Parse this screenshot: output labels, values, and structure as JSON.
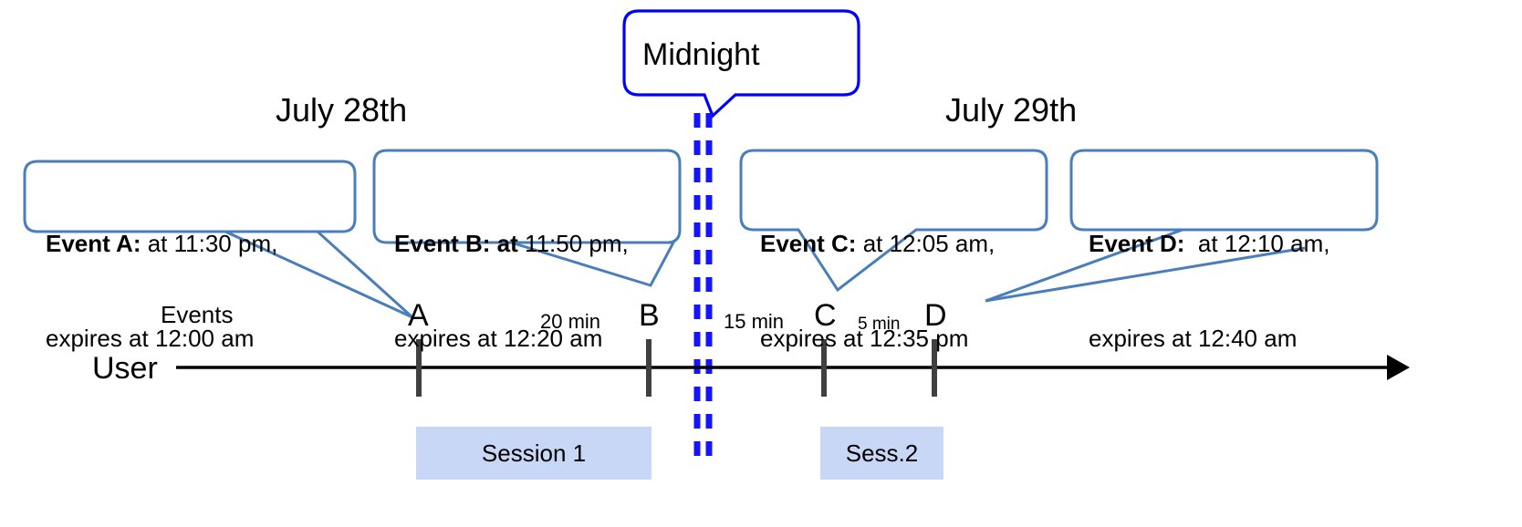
{
  "diagram": {
    "title_day_left": "July 28th",
    "title_day_right": "July 29th",
    "midnight_label": "Midnight",
    "axis_label": "User",
    "events_row_label": "Events",
    "colors": {
      "callout_border": "#4a7ebb",
      "midnight_border": "#0000ff",
      "midnight_dash": "#0000ff",
      "session_fill": "#c7d7f5",
      "tick": "#404040",
      "axis": "#000000"
    },
    "callouts": [
      {
        "id": "event-a",
        "bold": "Event A:",
        "rest_line1": " at 11:30 pm,",
        "line2": "expires at 12:00 am"
      },
      {
        "id": "event-b",
        "bold": "Event B: at",
        "rest_line1": " 11:50 pm,",
        "line2": "expires at 12:20 am"
      },
      {
        "id": "event-c",
        "bold": "Event C:",
        "rest_line1": " at 12:05 am,",
        "line2": "expires at 12:35 pm"
      },
      {
        "id": "event-d",
        "bold": "Event D:",
        "rest_line1": "  at 12:10 am,",
        "line2": "expires at 12:40 am"
      }
    ],
    "markers": [
      {
        "id": "marker-a",
        "label": "A"
      },
      {
        "id": "marker-b",
        "label": "B"
      },
      {
        "id": "marker-c",
        "label": "C"
      },
      {
        "id": "marker-d",
        "label": "D"
      }
    ],
    "gaps": [
      {
        "id": "gap-ab",
        "label": "20 min"
      },
      {
        "id": "gap-bc",
        "label": "15 min"
      },
      {
        "id": "gap-cd",
        "label": "5 min"
      }
    ],
    "sessions": [
      {
        "id": "session-1",
        "label": "Session 1"
      },
      {
        "id": "session-2",
        "label": "Sess.2"
      }
    ]
  }
}
